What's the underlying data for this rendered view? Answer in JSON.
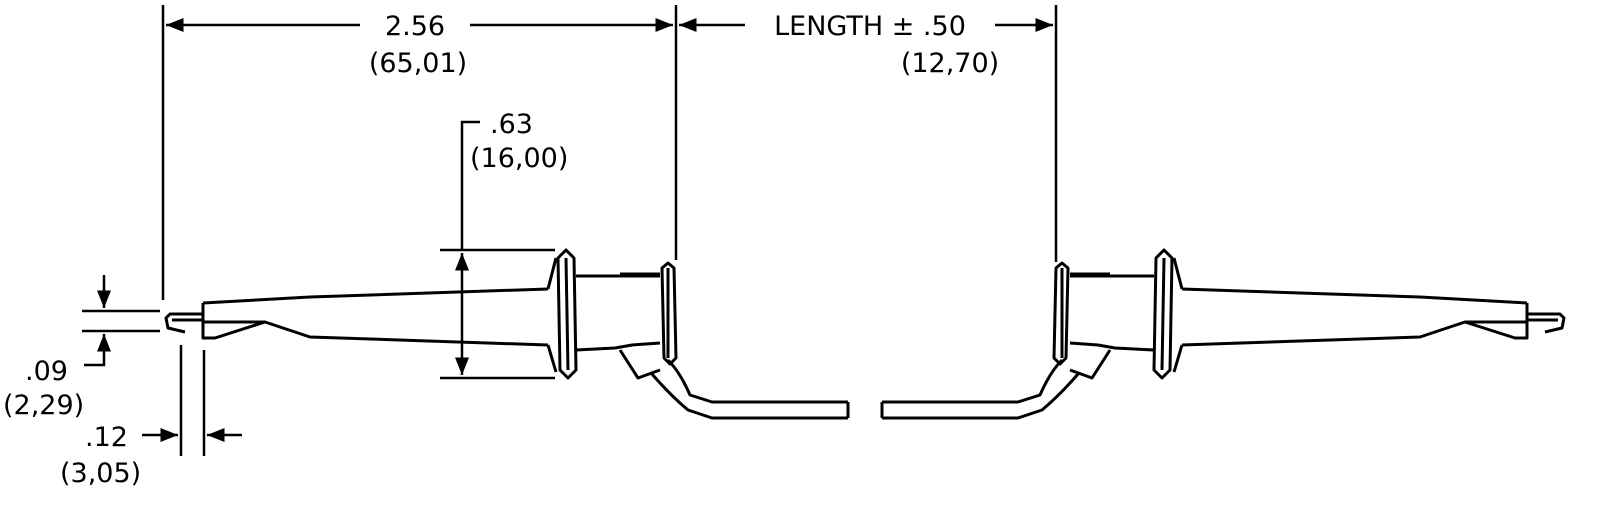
{
  "dimensions": {
    "overall": {
      "value": "2.56",
      "metric": "(65,01)"
    },
    "length": {
      "value": "LENGTH ± .50",
      "metric": "(12,70)"
    },
    "flange_diameter": {
      "value": ".63",
      "metric": "(16,00)"
    },
    "tip_height": {
      "value": ".09",
      "metric": "(2,29)"
    },
    "tip_gap": {
      "value": ".12",
      "metric": "(3,05)"
    }
  },
  "colors": {
    "line": "#000000",
    "background": "#ffffff"
  }
}
